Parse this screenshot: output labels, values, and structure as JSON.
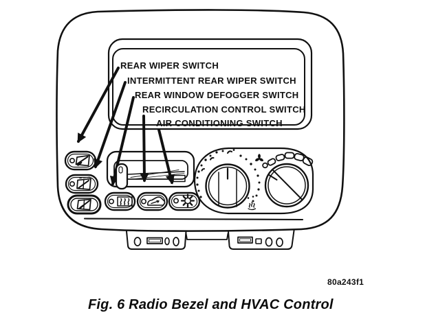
{
  "figure": {
    "caption": "Fig. 6 Radio Bezel and HVAC Control",
    "drawing_id": "80a243f1"
  },
  "callouts": [
    {
      "label": "REAR WIPER SWITCH",
      "target": "rear-wiper-switch-button"
    },
    {
      "label": "INTERMITTENT REAR WIPER SWITCH",
      "target": "intermittent-rear-wiper-switch-button"
    },
    {
      "label": "REAR WINDOW DEFOGGER SWITCH",
      "target": "rear-window-defogger-switch-button"
    },
    {
      "label": "RECIRCULATION CONTROL SWITCH",
      "target": "recirculation-control-switch-button"
    },
    {
      "label": "AIR CONDITIONING SWITCH",
      "target": "air-conditioning-switch-button"
    }
  ],
  "panel": {
    "left_switches": [
      {
        "icon": "rear-wiper-icon"
      },
      {
        "icon": "intermittent-rear-wiper-icon"
      },
      {
        "icon": "rear-washer-icon"
      }
    ],
    "center_switches": [
      {
        "icon": "rear-window-defogger-icon"
      },
      {
        "icon": "recirculation-icon"
      },
      {
        "icon": "air-conditioning-icon"
      }
    ],
    "controls": [
      {
        "name": "temperature-slider"
      },
      {
        "name": "mode-control-knob"
      },
      {
        "name": "blower-fan-knob",
        "icon": "fan-icon"
      }
    ]
  },
  "colors": {
    "ink": "#111111",
    "paper": "#ffffff"
  }
}
